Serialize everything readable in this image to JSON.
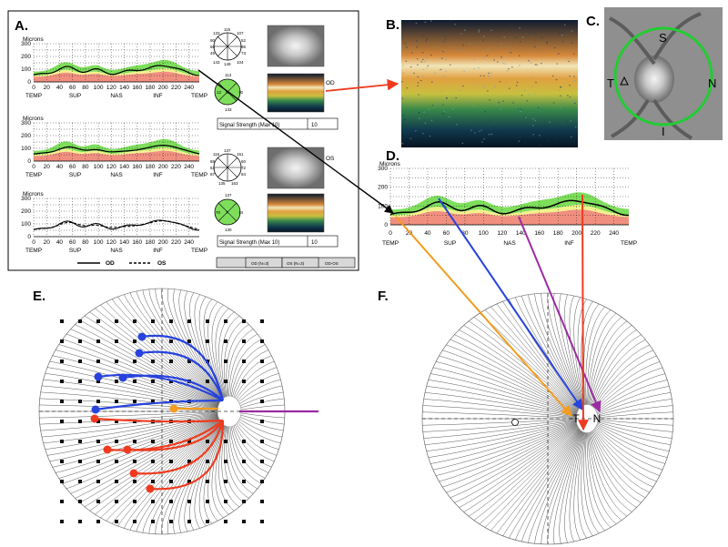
{
  "panels": {
    "A": "A.",
    "B": "B.",
    "C": "C.",
    "D": "D.",
    "E": "E.",
    "F": "F."
  },
  "panel_a": {
    "ylabel": "Microns",
    "yticks": [
      "0",
      "100",
      "200",
      "300"
    ],
    "xticks": [
      "0",
      "20",
      "40",
      "60",
      "80",
      "100",
      "120",
      "140",
      "160",
      "180",
      "200",
      "220",
      "240"
    ],
    "regions": [
      "TEMP",
      "SUP",
      "NAS",
      "INF",
      "TEMP"
    ],
    "eye_od": "OD",
    "eye_os": "OS",
    "signal_label": "Signal Strength (Max 10)",
    "signal_value": "10",
    "legend_od": "OD",
    "legend_os": "OS",
    "footer_cells": [
      "OD (N=3)",
      "OS (N=3)",
      "OD-OS"
    ],
    "clock_od_top": [
      "133",
      "115",
      "107"
    ],
    "clock_od_left": [
      "90",
      "60",
      "45",
      "49"
    ],
    "clock_od_right": [
      "52",
      "96",
      "73"
    ],
    "clock_od_bottom": [
      "143",
      "149",
      "104"
    ],
    "clock_od_small": [
      "113",
      "12",
      "N",
      "70",
      "133"
    ],
    "clock_os_top": [
      "116",
      "137",
      "151"
    ],
    "clock_os_left": [
      "88",
      "51",
      "87"
    ],
    "clock_os_right": [
      "60",
      "72",
      "84"
    ],
    "clock_os_bottom": [
      "135",
      "163"
    ],
    "clock_os_small": [
      "137",
      "70",
      "T",
      "74",
      "130"
    ]
  },
  "panel_c": {
    "labels": [
      "S",
      "N",
      "I",
      "T"
    ]
  },
  "panel_d": {
    "ylabel": "Microns",
    "yticks": [
      "0",
      "100",
      "200",
      "300"
    ],
    "xticks": [
      "0",
      "20",
      "40",
      "60",
      "80",
      "100",
      "120",
      "140",
      "160",
      "180",
      "200",
      "220",
      "240"
    ],
    "regions": [
      "TEMP",
      "SUP",
      "NAS",
      "INF",
      "TEMP"
    ]
  },
  "panel_f": {
    "labels": [
      "T",
      "N"
    ]
  },
  "colors": {
    "normal_band_green": "#7ede5c",
    "borderline_yellow": "#f2f08c",
    "abnormal_red": "#f08f80",
    "arrow_orange": "#f39c1e",
    "arrow_blue": "#2743dc",
    "arrow_purple": "#9b2ba3",
    "arrow_red": "#ee3b1f",
    "disc_circle": "#22cc33"
  }
}
